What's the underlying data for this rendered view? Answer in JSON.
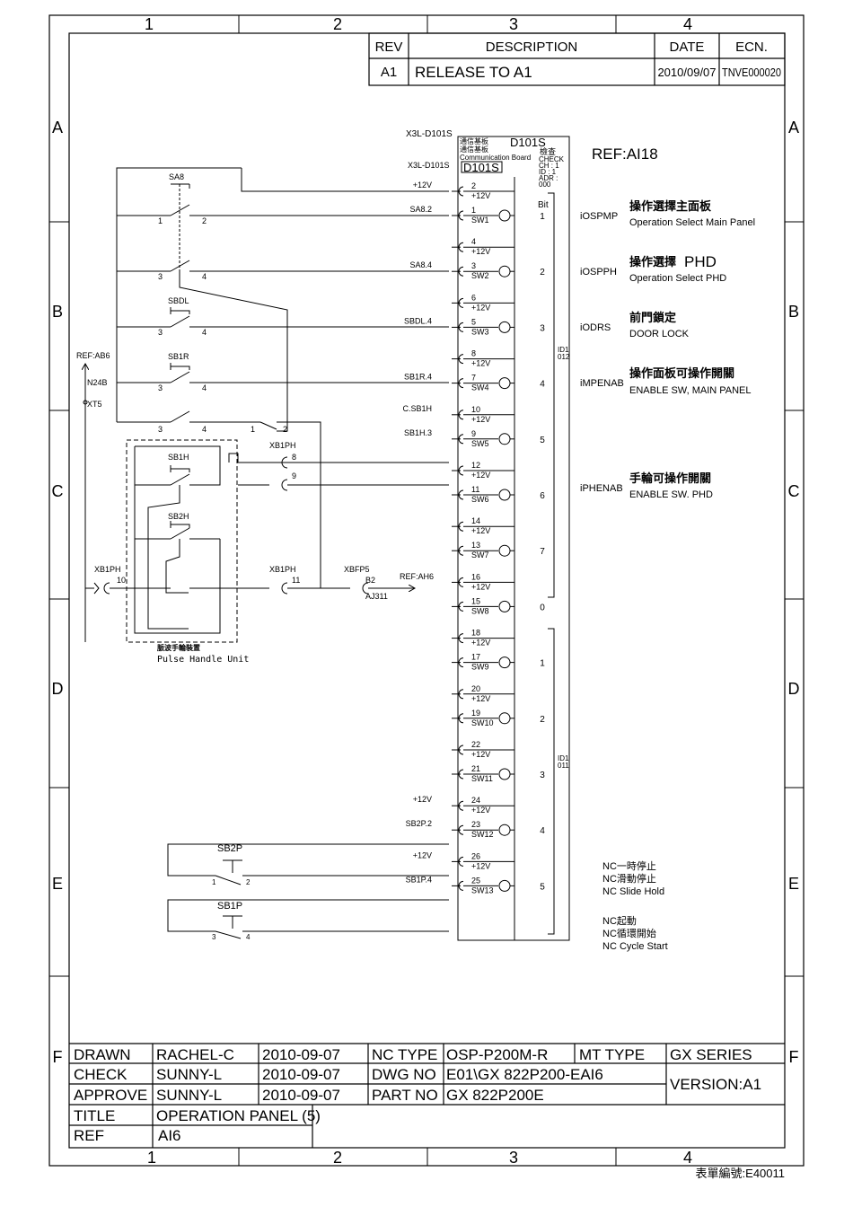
{
  "grid": {
    "columns": [
      "1",
      "2",
      "3",
      "4"
    ],
    "rows": [
      "A",
      "B",
      "C",
      "D",
      "E",
      "F"
    ]
  },
  "revision": {
    "headers": {
      "rev": "REV",
      "description": "DESCRIPTION",
      "date": "DATE",
      "ecn": "ECN."
    },
    "row": {
      "rev": "A1",
      "description": "RELEASE TO A1",
      "date": "2010/09/07",
      "ecn": "TNVE000020"
    }
  },
  "board": {
    "connector": "X3L-D101S",
    "name": "D101S",
    "name_box": "D101S",
    "cn_label_1": "通信基板",
    "cn_label_2": "通信基板",
    "comm_label": "Communication Board",
    "check_cn": "檢查",
    "check_lines": [
      "CHECK",
      "CH : 1",
      "ID : 1",
      "ADR :",
      "000"
    ],
    "connector_inner": "X3L-D101S",
    "ref": "REF:AI18",
    "bit_label": "Bit",
    "id_group_1": [
      "ID1",
      "012"
    ],
    "id_group_2": [
      "ID1",
      "011"
    ]
  },
  "pins": [
    {
      "sig": "2",
      "sub": "+12V",
      "ext": "+12V"
    },
    {
      "sig": "1",
      "sub": "SW1",
      "ext": "SA8.2",
      "bit": "1"
    },
    {
      "sig": "4",
      "sub": "+12V"
    },
    {
      "sig": "3",
      "sub": "SW2",
      "ext": "SA8.4",
      "bit": "2"
    },
    {
      "sig": "6",
      "sub": "+12V"
    },
    {
      "sig": "5",
      "sub": "SW3",
      "ext": "SBDL.4",
      "bit": "3"
    },
    {
      "sig": "8",
      "sub": "+12V"
    },
    {
      "sig": "7",
      "sub": "SW4",
      "ext": "SB1R.4",
      "bit": "4"
    },
    {
      "sig": "10",
      "sub": "+12V",
      "ext": "C.SB1H"
    },
    {
      "sig": "9",
      "sub": "SW5",
      "ext": "SB1H.3",
      "bit": "5"
    },
    {
      "sig": "12",
      "sub": "+12V"
    },
    {
      "sig": "11",
      "sub": "SW6",
      "bit": "6"
    },
    {
      "sig": "14",
      "sub": "+12V"
    },
    {
      "sig": "13",
      "sub": "SW7",
      "bit": "7"
    },
    {
      "sig": "16",
      "sub": "+12V"
    },
    {
      "sig": "15",
      "sub": "SW8",
      "bit": "0"
    },
    {
      "sig": "18",
      "sub": "+12V"
    },
    {
      "sig": "17",
      "sub": "SW9",
      "bit": "1"
    },
    {
      "sig": "20",
      "sub": "+12V"
    },
    {
      "sig": "19",
      "sub": "SW10",
      "bit": "2"
    },
    {
      "sig": "22",
      "sub": "+12V"
    },
    {
      "sig": "21",
      "sub": "SW11",
      "bit": "3"
    },
    {
      "sig": "24",
      "sub": "+12V",
      "ext": "+12V"
    },
    {
      "sig": "23",
      "sub": "SW12",
      "ext": "SB2P.2",
      "bit": "4"
    },
    {
      "sig": "26",
      "sub": "+12V",
      "ext": "+12V"
    },
    {
      "sig": "25",
      "sub": "SW13",
      "ext": "SB1P.4",
      "bit": "5"
    }
  ],
  "signals": [
    {
      "code": "iOSPMP",
      "cn": "操作選擇主面板",
      "en": "Operation Select Main Panel"
    },
    {
      "code": "iOSPPH",
      "cn": "操作選擇",
      "cn_suffix": "PHD",
      "en": "Operation Select PHD"
    },
    {
      "code": "iODRS",
      "cn": "前門鎖定",
      "en": "DOOR LOCK"
    },
    {
      "code": "iMPENAB",
      "cn": "操作面板可操作開關",
      "en": "ENABLE SW, MAIN PANEL"
    },
    {
      "code": "iPHENAB",
      "cn": "手輪可操作開關",
      "en": "ENABLE SW. PHD"
    }
  ],
  "notes": {
    "hold": [
      "NC一時停止",
      "NC滑動停止",
      "NC Slide Hold"
    ],
    "start": [
      "NC起動",
      "NC循環開始",
      "NC Cycle Start"
    ]
  },
  "switches": {
    "sa8": {
      "name": "SA8",
      "t1": "1",
      "t2": "2",
      "t3": "3",
      "t4": "4"
    },
    "sbdl": {
      "name": "SBDL",
      "t3": "3",
      "t4": "4"
    },
    "sb1r": {
      "name": "SB1R",
      "t3": "3",
      "t4": "4",
      "t3b": "3",
      "t4b": "4",
      "t1b": "1",
      "t2b": "2"
    },
    "sb1h": {
      "name": "SB1H"
    },
    "sb2h": {
      "name": "SB2H"
    },
    "sb2p": {
      "name": "SB2P",
      "t1": "1",
      "t2": "2"
    },
    "sb1p": {
      "name": "SB1P",
      "t3": "3",
      "t4": "4"
    }
  },
  "left": {
    "ref": "REF:AB6",
    "n24": "N24B",
    "xt5": "XT5",
    "xb1ph_a": "XB1PH",
    "xb1ph_a_pin8": "8",
    "xb1ph_a_pin9": "9",
    "xb1ph_left": "XB1PH",
    "xb1ph_left_pin": "10",
    "xb1ph_mid": "XB1PH",
    "xb1ph_mid_pin": "11",
    "xbfp5": "XBFP5",
    "b2": "B2",
    "aj311": "AJ311",
    "ref_ah6": "REF:AH6",
    "phu_cn": "脈波手輪裝置",
    "phu_en": "Pulse Handle Unit"
  },
  "title_block": {
    "drawn_label": "DRAWN",
    "drawn_name": "RACHEL-C",
    "drawn_date": "2010-09-07",
    "check_label": "CHECK",
    "check_name": "SUNNY-L",
    "check_date": "2010-09-07",
    "approve_label": "APPROVE",
    "approve_name": "SUNNY-L",
    "approve_date": "2010-09-07",
    "nc_type_label": "NC TYPE",
    "nc_type": "OSP-P200M-R",
    "mt_type_label": "MT TYPE",
    "mt_type": "GX SERIES",
    "dwg_no_label": "DWG NO",
    "dwg_no": "E01\\GX 822P200-EAI6",
    "part_no_label": "PART NO",
    "part_no": "GX 822P200E",
    "version": "VERSION:A1",
    "title_label": "TITLE",
    "title": "OPERATION PANEL (5)",
    "ref_label": "REF",
    "ref": "AI6"
  },
  "form_no": "表單編號:E40011"
}
